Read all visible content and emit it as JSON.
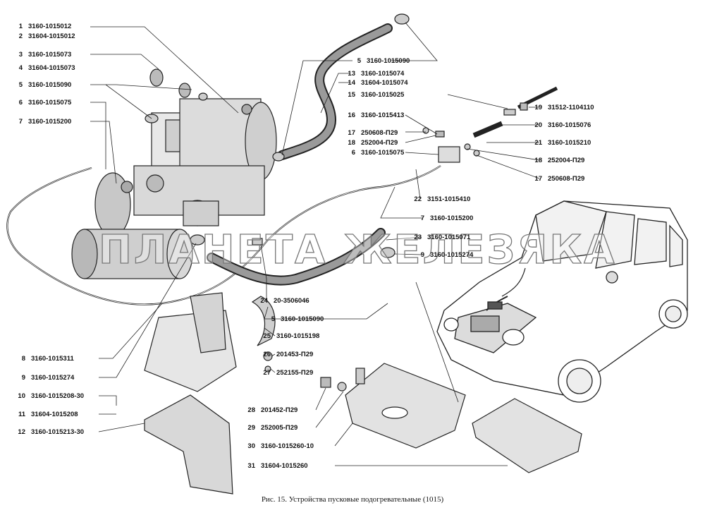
{
  "labels": [
    {
      "num": "1",
      "code": "3160-1015012"
    },
    {
      "num": "2",
      "code": "31604-1015012"
    },
    {
      "num": "3",
      "code": "3160-1015073"
    },
    {
      "num": "4",
      "code": "31604-1015073"
    },
    {
      "num": "5",
      "code": "3160-1015090"
    },
    {
      "num": "6",
      "code": "3160-1015075"
    },
    {
      "num": "7",
      "code": "3160-1015200"
    },
    {
      "num": "8",
      "code": "3160-1015311"
    },
    {
      "num": "9",
      "code": "3160-1015274"
    },
    {
      "num": "10",
      "code": "3160-1015208-30"
    },
    {
      "num": "11",
      "code": "31604-1015208"
    },
    {
      "num": "12",
      "code": "3160-1015213-30"
    },
    {
      "num": "5",
      "code": "3160-1015090"
    },
    {
      "num": "13",
      "code": "3160-1015074"
    },
    {
      "num": "14",
      "code": "31604-1015074"
    },
    {
      "num": "15",
      "code": "3160-1015025"
    },
    {
      "num": "16",
      "code": "3160-1015413"
    },
    {
      "num": "17",
      "code": "250608-П29"
    },
    {
      "num": "18",
      "code": "252004-П29"
    },
    {
      "num": "6",
      "code": "3160-1015075"
    },
    {
      "num": "19",
      "code": "31512-1104110"
    },
    {
      "num": "20",
      "code": "3160-1015076"
    },
    {
      "num": "21",
      "code": "3160-1015210"
    },
    {
      "num": "18",
      "code": "252004-П29"
    },
    {
      "num": "17",
      "code": "250608-П29"
    },
    {
      "num": "22",
      "code": "3151-1015410"
    },
    {
      "num": "7",
      "code": "3160-1015200"
    },
    {
      "num": "23",
      "code": "3160-1015071"
    },
    {
      "num": "9",
      "code": "3160-1015274"
    },
    {
      "num": "24",
      "code": "20-3506046"
    },
    {
      "num": "5",
      "code": "3160-1015090"
    },
    {
      "num": "25",
      "code": "3160-1015198"
    },
    {
      "num": "26",
      "code": "201453-П29"
    },
    {
      "num": "27",
      "code": "252155-П29"
    },
    {
      "num": "28",
      "code": "201452-П29"
    },
    {
      "num": "29",
      "code": "252005-П29"
    },
    {
      "num": "30",
      "code": "3160-1015260-10"
    },
    {
      "num": "31",
      "code": "31604-1015260"
    }
  ],
  "watermark": "ПЛАНЕТА ЖЕЛЕЗЯКА",
  "caption": "Рис. 15. Устройства пусковые подогревательные (1015)"
}
